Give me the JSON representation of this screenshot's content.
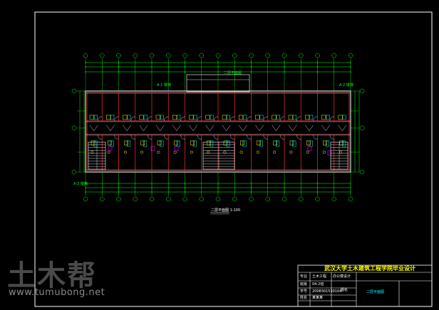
{
  "drawing": {
    "sheet_name": "二层平面图",
    "plan_caption": "二层平面图 1:100",
    "titleblock": {
      "title": "武汉大学土木建筑工程学院毕业设计",
      "label_1": "专业",
      "value_1": "土木工程",
      "label_2": "班级",
      "value_2": "04-2班",
      "label_3": "学号",
      "value_3": "2008301530104",
      "label_4": "姓名",
      "value_4": "某某某",
      "label_5": "图名",
      "project": "办公楼设计"
    },
    "callouts": [
      "二层平面图",
      "A-1 楼梯",
      "A-2 楼梯",
      "A-3 楼梯"
    ]
  },
  "watermark": {
    "logo_text": "土木帮",
    "url": "www.tumubong.net"
  },
  "colors": {
    "background": "#000000",
    "frame": "#ffffff",
    "axis": "#00ff00",
    "wall": "#ff3030",
    "furniture": "#ffff00",
    "dim": "#00ffff",
    "accent": "#ff00ff"
  }
}
